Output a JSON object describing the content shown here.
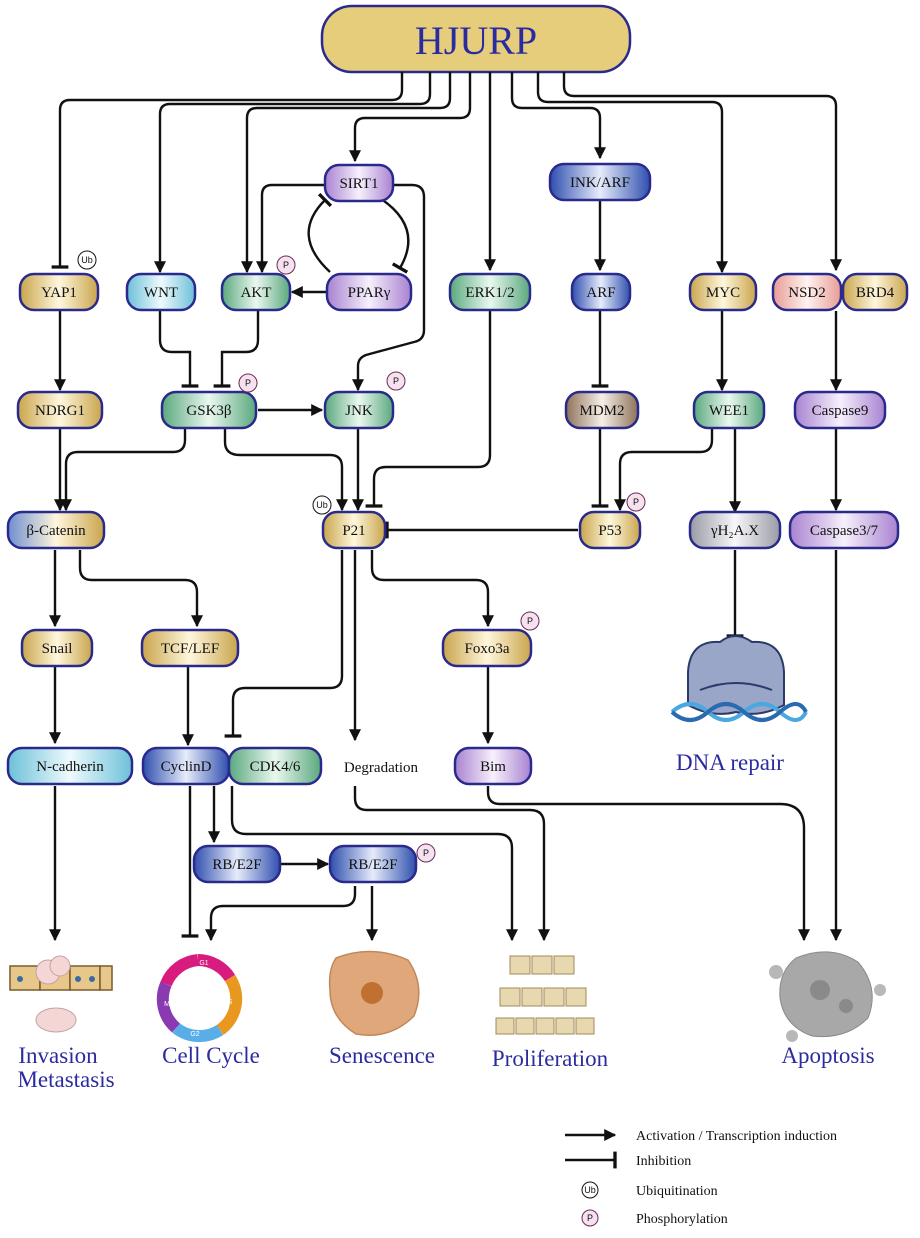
{
  "title": "HJURP",
  "nodes": {
    "yap1": "YAP1",
    "wnt": "WNT",
    "akt": "AKT",
    "sirt1": "SIRT1",
    "ppar": "PPARγ",
    "erk": "ERK1/2",
    "inkarf": "INK/ARF",
    "arf": "ARF",
    "myc": "MYC",
    "nsd2": "NSD2",
    "brd4": "BRD4",
    "ndrg1": "NDRG1",
    "gsk3b": "GSK3β",
    "jnk": "JNK",
    "mdm2": "MDM2",
    "wee1": "WEE1",
    "casp9": "Caspase9",
    "bcat": "β-Catenin",
    "p21": "P21",
    "p53": "P53",
    "gh2ax": "γH₂A.X",
    "casp37": "Caspase3/7",
    "snail": "Snail",
    "tcflef": "TCF/LEF",
    "foxo3a": "Foxo3a",
    "ncad": "N-cadherin",
    "cyclind": "CyclinD",
    "cdk46": "CDK4/6",
    "degradation": "Degradation",
    "bim": "Bim",
    "rbe2f_a": "RB/E2F",
    "rbe2f_b": "RB/E2F"
  },
  "marks": {
    "ub": "Ub",
    "p": "P"
  },
  "cell_cycle_phases": {
    "g1": "G1",
    "s": "S",
    "g2": "G2",
    "m": "M"
  },
  "outcomes": {
    "invasion": "Invasion",
    "metastasis": "Metastasis",
    "cellcycle": "Cell Cycle",
    "senescence": "Senescence",
    "proliferation": "Proliferation",
    "dnarepair": "DNA repair",
    "apoptosis": "Apoptosis"
  },
  "legend": {
    "activation": "Activation / Transcription induction",
    "inhibition": "Inhibition",
    "ubiquitination": "Ubiquitination",
    "phosphorylation": "Phosphorylation"
  },
  "colors": {
    "title_text": "#2b2ba0",
    "title_fill": "#e6cd7c",
    "border": "#2a2a8c",
    "gold": "#d4b45e",
    "green": "#7cc09a",
    "cyan": "#8fd0e0",
    "purple": "#c8a8e0",
    "blue": "#3a5fc0",
    "brown": "#a88e73",
    "gray": "#b8b8c0",
    "pink": "#f0b0a8"
  }
}
